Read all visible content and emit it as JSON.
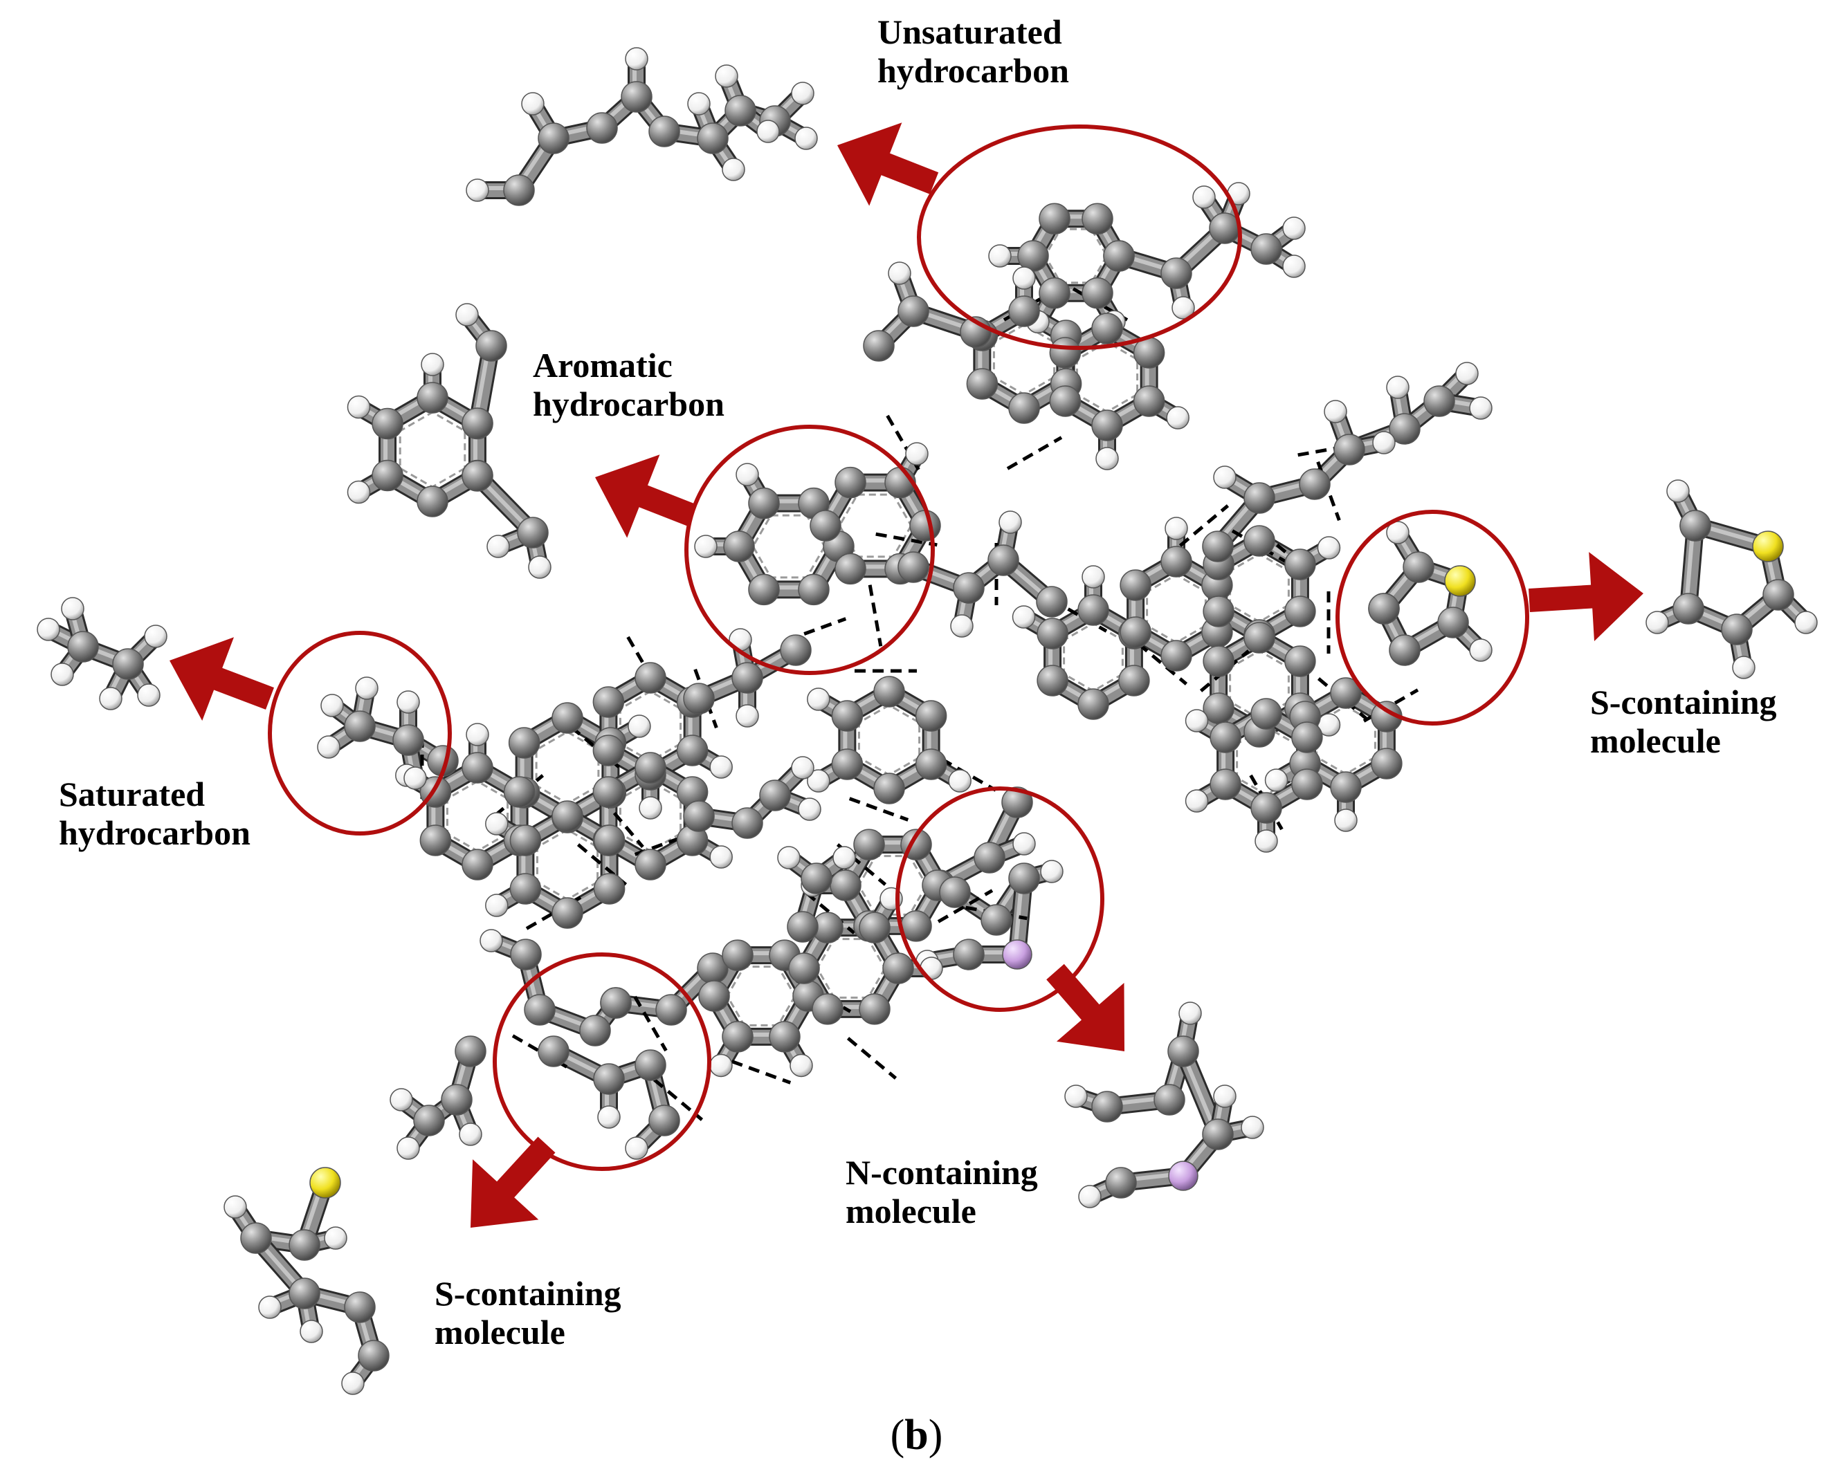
{
  "colors": {
    "accent": "#b00e0e",
    "carbon": "#8a8a8a",
    "hydrogen": "#f4f4f4",
    "sulfur": "#f0e020",
    "nitrogen": "#c9a0e0"
  },
  "labels": {
    "unsaturated": [
      "Unsaturated",
      "hydrocarbon"
    ],
    "aromatic": [
      "Aromatic",
      "hydrocarbon"
    ],
    "saturated": [
      "Saturated",
      "hydrocarbon"
    ],
    "s_containing_right": [
      "S-containing",
      "molecule"
    ],
    "s_containing_bottom": [
      "S-containing",
      "molecule"
    ],
    "n_containing": [
      "N-containing",
      "molecule"
    ]
  },
  "caption": {
    "open": "(",
    "letter": "b",
    "close": ")"
  }
}
